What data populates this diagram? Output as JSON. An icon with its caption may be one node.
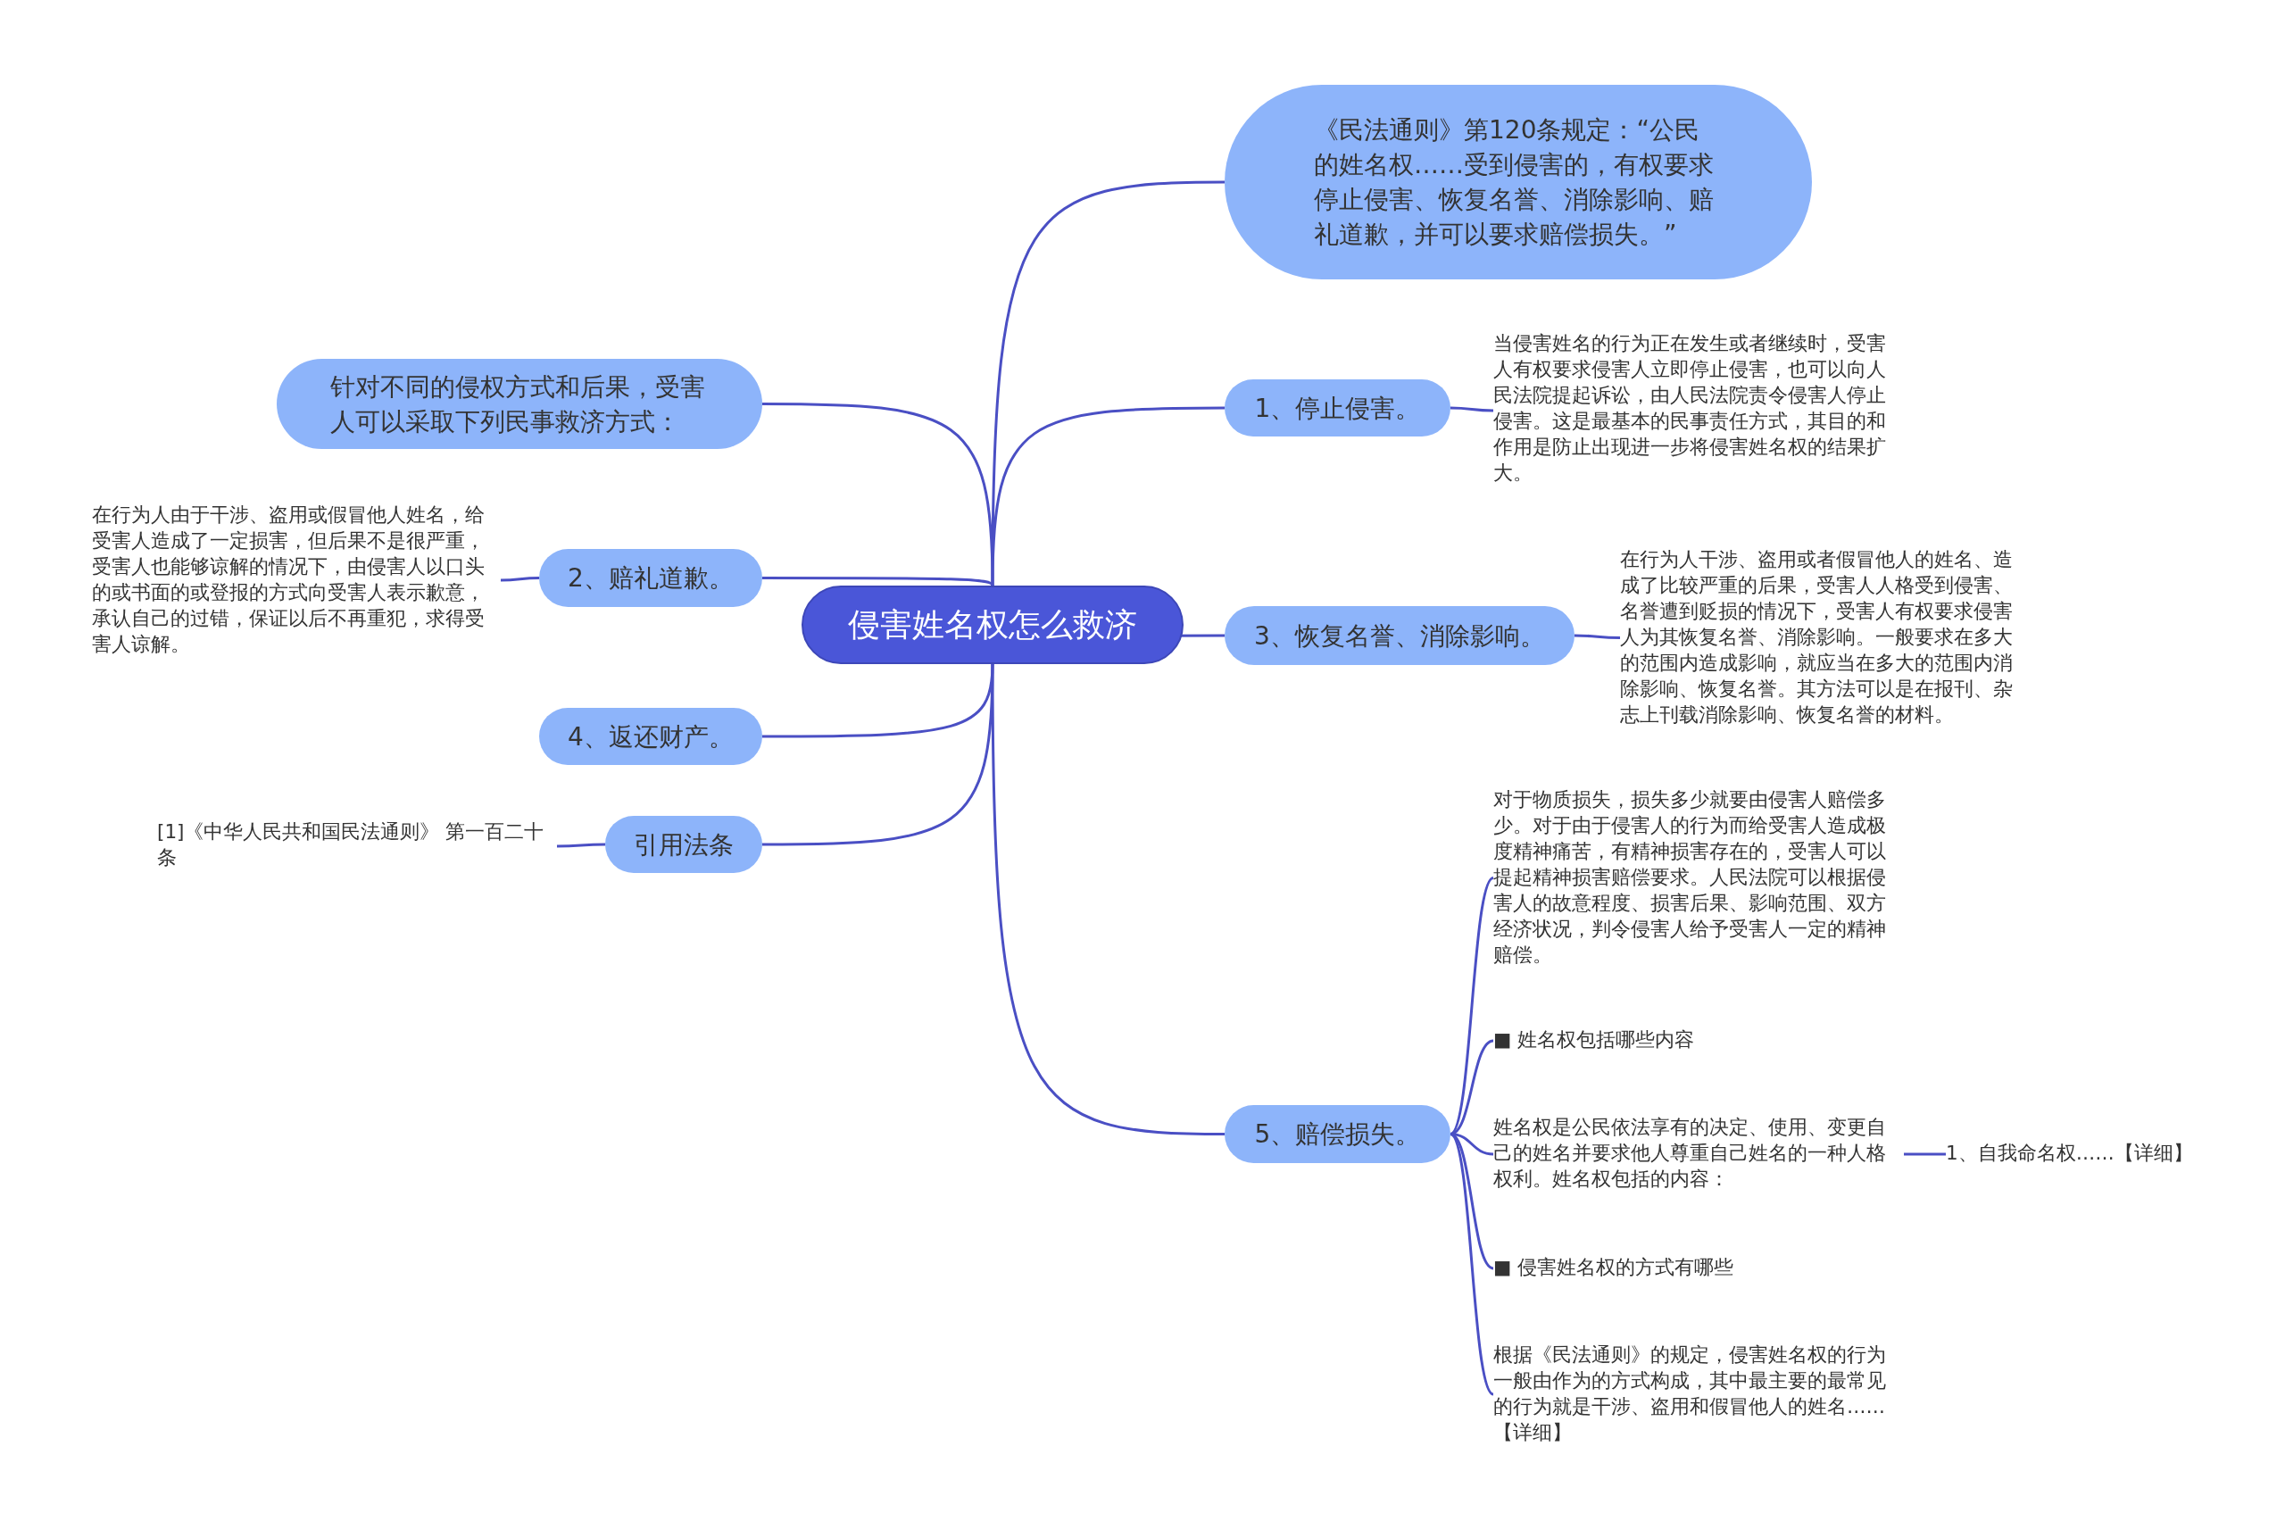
{
  "diagram": {
    "nodes": [
      {
        "text": [
          "侵害姓名权怎么救济"
        ]
      },
      {
        "text": [
          "《民法通则》第120条规定：“公民的姓名权……受到侵害的，有权要求停止侵害、恢复名誉、消除影响、赔礼道歉，并可以要求赔偿损失。”"
        ]
      },
      {
        "text": [
          "1、停止侵害。"
        ]
      },
      {
        "text": [
          "当侵害姓名的行为正在发生或者继续时，受害人有权要求侵害人立即停止侵害，也可以向人民法院提起诉讼，由人民法院责令侵害人停止侵害。这是最基本的民事责任方式，其目的和作用是防止出现进一步将侵害姓名权的结果扩大。"
        ]
      },
      {
        "text": [
          "3、恢复名誉、消除影响。"
        ]
      },
      {
        "text": [
          "在行为人干涉、盗用或者假冒他人的姓名、造成了比较严重的后果，受害人人格受到侵害、名誉遭到贬损的情况下，受害人有权要求侵害人为其恢复名誉、消除影响。一般要求在多大的范围内造成影响，就应当在多大的范围内消除影响、恢复名誉。其方法可以是在报刊、杂志上刊载消除影响、恢复名誉的材料。"
        ]
      },
      {
        "text": [
          "5、赔偿损失。"
        ]
      },
      {
        "text": [
          "对于物质损失，损失多少就要由侵害人赔偿多少。对于由于侵害人的行为而给受害人造成极度精神痛苦，有精神损害存在的，受害人可以提起精神损害赔偿要求。人民法院可以根据侵害人的故意程度、损害后果、影响范围、双方经济状况，判令侵害人给予受害人一定的精神赔偿。"
        ]
      },
      {
        "text": [
          "■ 姓名权包括哪些内容"
        ]
      },
      {
        "text": [
          "姓名权是公民依法享有的决定、使用、变更自己的姓名并要求他人尊重自己姓名的一种人格权利。姓名权包括的内容："
        ]
      },
      {
        "text": [
          "1、自我命名权……【详细】"
        ]
      },
      {
        "text": [
          "■ 侵害姓名权的方式有哪些"
        ]
      },
      {
        "text": [
          "根据《民法通则》的规定，侵害姓名权的行为一般由作为的方式构成，其中最主要的最常见的行为就是干涉、盗用和假冒他人的姓名……【详细】"
        ]
      },
      {
        "text": [
          "针对不同的侵权方式和后果，受害人可以采取下列民事救济方式："
        ]
      },
      {
        "text": [
          "2、赔礼道歉。"
        ]
      },
      {
        "text": [
          "在行为人由于干涉、盗用或假冒他人姓名，给受害人造成了一定损害，但后果不是很严重，受害人也能够谅解的情况下，由侵害人以口头的或书面的或登报的方式向受害人表示歉意，承认自己的过错，保证以后不再重犯，求得受害人谅解。"
        ]
      },
      {
        "text": [
          "4、返还财产。"
        ]
      },
      {
        "text": [
          "引用法条"
        ]
      },
      {
        "text": [
          "[1]《中华人民共和国民法通则》 第一百二十条"
        ]
      }
    ],
    "edges": [
      {
        "from": 0,
        "to": 1,
        "arrow": "none"
      },
      {
        "from": 0,
        "to": 2,
        "arrow": "none"
      },
      {
        "from": 2,
        "to": 3,
        "arrow": "none"
      },
      {
        "from": 0,
        "to": 4,
        "arrow": "none"
      },
      {
        "from": 4,
        "to": 5,
        "arrow": "none"
      },
      {
        "from": 0,
        "to": 6,
        "arrow": "none"
      },
      {
        "from": 6,
        "to": 7,
        "arrow": "none"
      },
      {
        "from": 6,
        "to": 8,
        "arrow": "none"
      },
      {
        "from": 6,
        "to": 9,
        "arrow": "none"
      },
      {
        "from": 9,
        "to": 10,
        "arrow": "none"
      },
      {
        "from": 6,
        "to": 11,
        "arrow": "none"
      },
      {
        "from": 6,
        "to": 12,
        "arrow": "none"
      },
      {
        "from": 0,
        "to": 13,
        "arrow": "none"
      },
      {
        "from": 0,
        "to": 14,
        "arrow": "none"
      },
      {
        "from": 14,
        "to": 15,
        "arrow": "none"
      },
      {
        "from": 0,
        "to": 16,
        "arrow": "none"
      },
      {
        "from": 0,
        "to": 17,
        "arrow": "none"
      },
      {
        "from": 17,
        "to": 18,
        "arrow": "none"
      }
    ]
  }
}
